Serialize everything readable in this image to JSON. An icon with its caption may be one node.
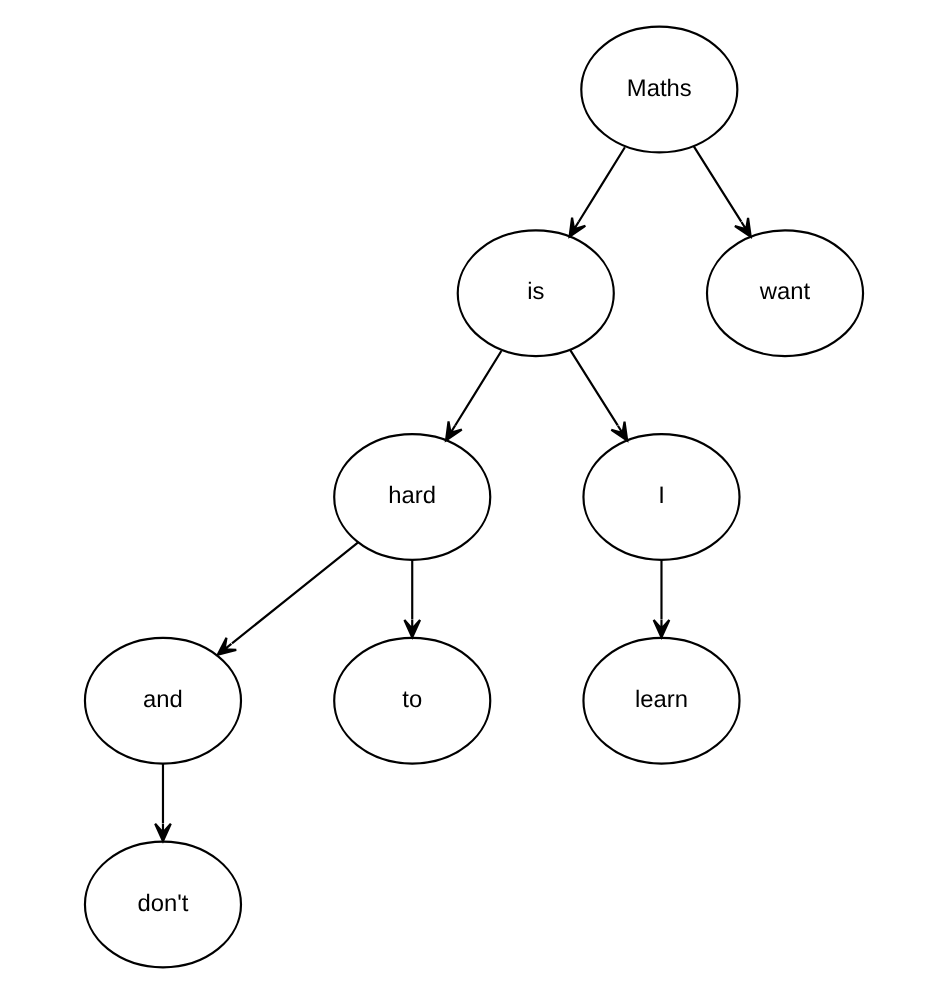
{
  "diagram": {
    "nodes": [
      {
        "text": [
          "Maths"
        ]
      },
      {
        "text": [
          "is"
        ]
      },
      {
        "text": [
          "want"
        ]
      },
      {
        "text": [
          "hard"
        ]
      },
      {
        "text": [
          "I"
        ]
      },
      {
        "text": [
          "and"
        ]
      },
      {
        "text": [
          "to"
        ]
      },
      {
        "text": [
          "learn"
        ]
      },
      {
        "text": [
          "don't"
        ]
      }
    ],
    "edges": [
      {
        "from": 0,
        "to": 1,
        "arrow": "to"
      },
      {
        "from": 0,
        "to": 2,
        "arrow": "to"
      },
      {
        "from": 1,
        "to": 3,
        "arrow": "to"
      },
      {
        "from": 1,
        "to": 4,
        "arrow": "to"
      },
      {
        "from": 3,
        "to": 5,
        "arrow": "to"
      },
      {
        "from": 3,
        "to": 6,
        "arrow": "to"
      },
      {
        "from": 4,
        "to": 7,
        "arrow": "to"
      },
      {
        "from": 5,
        "to": 8,
        "arrow": "to"
      }
    ]
  }
}
